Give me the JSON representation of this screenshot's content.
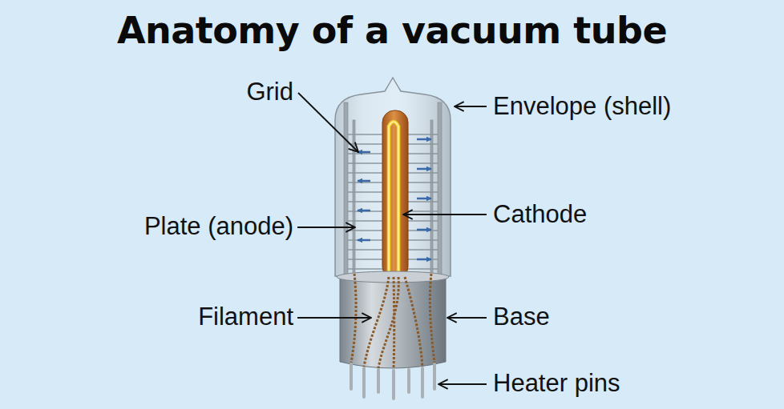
{
  "diagram": {
    "title": "Anatomy of a vacuum tube",
    "labels": [
      "Grid",
      "Envelope (shell)",
      "Plate (anode)",
      "Cathode",
      "Filament",
      "Base",
      "Heater pins"
    ]
  }
}
